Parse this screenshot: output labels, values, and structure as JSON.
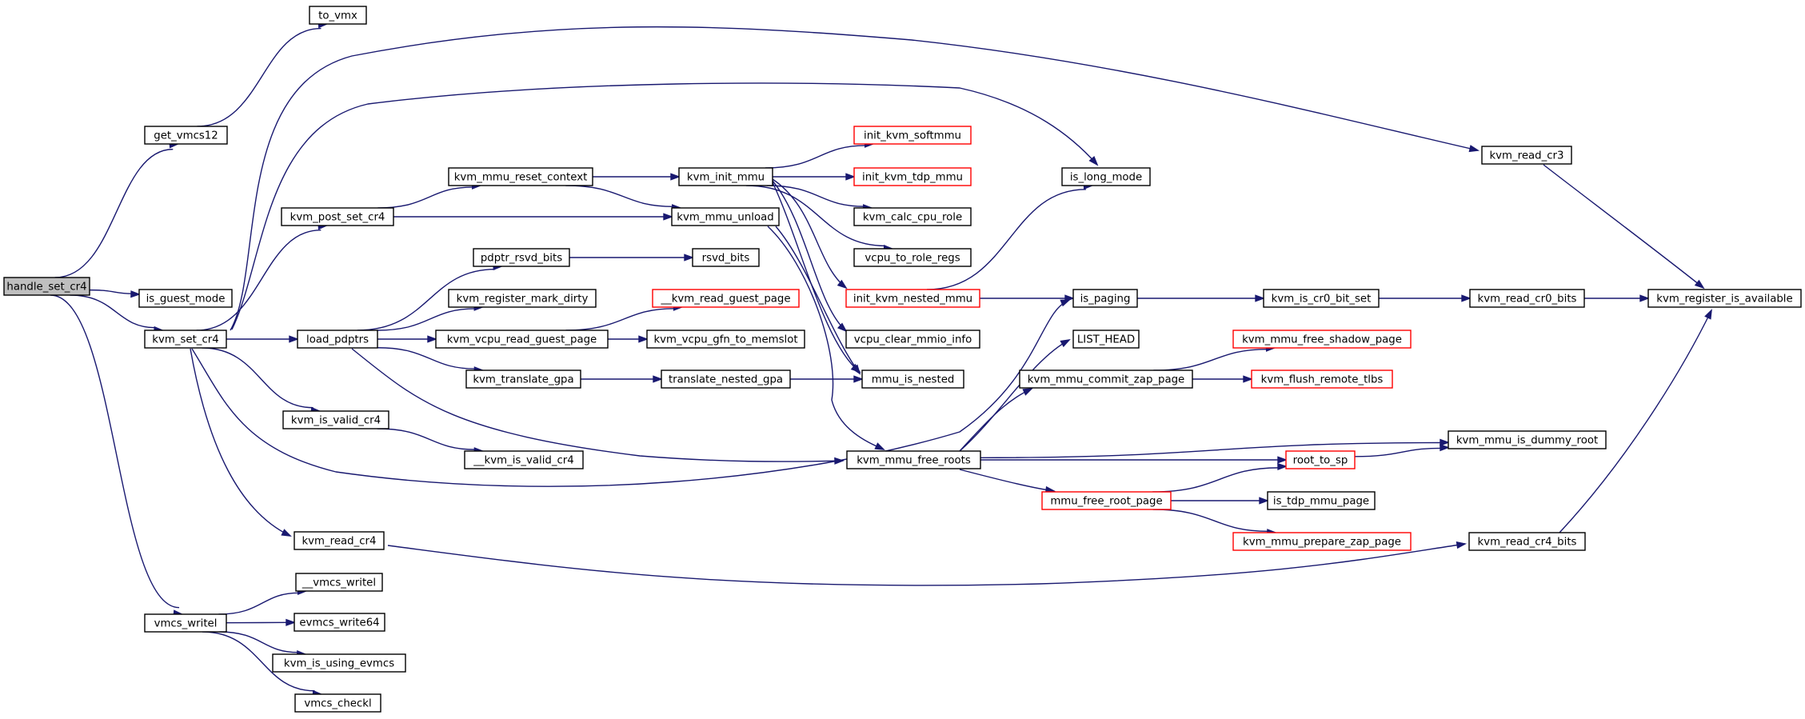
{
  "graph": {
    "nodes": {
      "handle_set_cr4": {
        "label": "handle_set_cr4",
        "kind": "root"
      },
      "to_vmx": {
        "label": "to_vmx",
        "kind": "normal"
      },
      "get_vmcs12": {
        "label": "get_vmcs12",
        "kind": "normal"
      },
      "is_guest_mode": {
        "label": "is_guest_mode",
        "kind": "normal"
      },
      "kvm_set_cr4": {
        "label": "kvm_set_cr4",
        "kind": "normal"
      },
      "vmcs_writel": {
        "label": "vmcs_writel",
        "kind": "normal"
      },
      "kvm_post_set_cr4": {
        "label": "kvm_post_set_cr4",
        "kind": "normal"
      },
      "load_pdptrs": {
        "label": "load_pdptrs",
        "kind": "normal"
      },
      "kvm_is_valid_cr4": {
        "label": "kvm_is_valid_cr4",
        "kind": "normal"
      },
      "kvm_read_cr4": {
        "label": "kvm_read_cr4",
        "kind": "normal"
      },
      "__vmcs_writel": {
        "label": "__vmcs_writel",
        "kind": "normal"
      },
      "evmcs_write64": {
        "label": "evmcs_write64",
        "kind": "normal"
      },
      "kvm_is_using_evmcs": {
        "label": "kvm_is_using_evmcs",
        "kind": "normal"
      },
      "vmcs_checkl": {
        "label": "vmcs_checkl",
        "kind": "normal"
      },
      "kvm_mmu_reset_context": {
        "label": "kvm_mmu_reset_context",
        "kind": "normal"
      },
      "pdptr_rsvd_bits": {
        "label": "pdptr_rsvd_bits",
        "kind": "normal"
      },
      "kvm_register_mark_dirty": {
        "label": "kvm_register_mark_dirty",
        "kind": "normal"
      },
      "kvm_vcpu_read_guest_page": {
        "label": "kvm_vcpu_read_guest_page",
        "kind": "normal"
      },
      "kvm_translate_gpa": {
        "label": "kvm_translate_gpa",
        "kind": "normal"
      },
      "__kvm_is_valid_cr4": {
        "label": "__kvm_is_valid_cr4",
        "kind": "normal"
      },
      "kvm_init_mmu": {
        "label": "kvm_init_mmu",
        "kind": "normal"
      },
      "kvm_mmu_unload": {
        "label": "kvm_mmu_unload",
        "kind": "normal"
      },
      "rsvd_bits": {
        "label": "rsvd_bits",
        "kind": "normal"
      },
      "__kvm_read_guest_page": {
        "label": "__kvm_read_guest_page",
        "kind": "truncated"
      },
      "kvm_vcpu_gfn_to_memslot": {
        "label": "kvm_vcpu_gfn_to_memslot",
        "kind": "normal"
      },
      "translate_nested_gpa": {
        "label": "translate_nested_gpa",
        "kind": "normal"
      },
      "init_kvm_softmmu": {
        "label": "init_kvm_softmmu",
        "kind": "truncated"
      },
      "init_kvm_tdp_mmu": {
        "label": "init_kvm_tdp_mmu",
        "kind": "truncated"
      },
      "kvm_calc_cpu_role": {
        "label": "kvm_calc_cpu_role",
        "kind": "normal"
      },
      "vcpu_to_role_regs": {
        "label": "vcpu_to_role_regs",
        "kind": "normal"
      },
      "init_kvm_nested_mmu": {
        "label": "init_kvm_nested_mmu",
        "kind": "truncated"
      },
      "vcpu_clear_mmio_info": {
        "label": "vcpu_clear_mmio_info",
        "kind": "normal"
      },
      "mmu_is_nested": {
        "label": "mmu_is_nested",
        "kind": "normal"
      },
      "kvm_mmu_free_roots": {
        "label": "kvm_mmu_free_roots",
        "kind": "normal"
      },
      "is_long_mode": {
        "label": "is_long_mode",
        "kind": "normal"
      },
      "is_paging": {
        "label": "is_paging",
        "kind": "normal"
      },
      "LIST_HEAD": {
        "label": "LIST_HEAD",
        "kind": "normal"
      },
      "kvm_mmu_commit_zap_page": {
        "label": "kvm_mmu_commit_zap_page",
        "kind": "normal"
      },
      "mmu_free_root_page": {
        "label": "mmu_free_root_page",
        "kind": "truncated"
      },
      "kvm_mmu_free_shadow_page": {
        "label": "kvm_mmu_free_shadow_page",
        "kind": "truncated"
      },
      "kvm_flush_remote_tlbs": {
        "label": "kvm_flush_remote_tlbs",
        "kind": "truncated"
      },
      "root_to_sp": {
        "label": "root_to_sp",
        "kind": "truncated"
      },
      "is_tdp_mmu_page": {
        "label": "is_tdp_mmu_page",
        "kind": "normal"
      },
      "kvm_mmu_prepare_zap_page": {
        "label": "kvm_mmu_prepare_zap_page",
        "kind": "truncated"
      },
      "kvm_read_cr3": {
        "label": "kvm_read_cr3",
        "kind": "normal"
      },
      "kvm_is_cr0_bit_set": {
        "label": "kvm_is_cr0_bit_set",
        "kind": "normal"
      },
      "kvm_read_cr0_bits": {
        "label": "kvm_read_cr0_bits",
        "kind": "normal"
      },
      "kvm_mmu_is_dummy_root": {
        "label": "kvm_mmu_is_dummy_root",
        "kind": "normal"
      },
      "kvm_read_cr4_bits": {
        "label": "kvm_read_cr4_bits",
        "kind": "normal"
      },
      "kvm_register_is_available": {
        "label": "kvm_register_is_available",
        "kind": "normal"
      }
    },
    "edges": [
      [
        "handle_set_cr4",
        "get_vmcs12"
      ],
      [
        "handle_set_cr4",
        "is_guest_mode"
      ],
      [
        "handle_set_cr4",
        "kvm_set_cr4"
      ],
      [
        "handle_set_cr4",
        "vmcs_writel"
      ],
      [
        "get_vmcs12",
        "to_vmx"
      ],
      [
        "kvm_set_cr4",
        "kvm_read_cr3"
      ],
      [
        "kvm_set_cr4",
        "is_long_mode"
      ],
      [
        "kvm_set_cr4",
        "kvm_post_set_cr4"
      ],
      [
        "kvm_set_cr4",
        "load_pdptrs"
      ],
      [
        "kvm_set_cr4",
        "kvm_is_valid_cr4"
      ],
      [
        "kvm_set_cr4",
        "is_paging"
      ],
      [
        "kvm_set_cr4",
        "kvm_read_cr4"
      ],
      [
        "vmcs_writel",
        "__vmcs_writel"
      ],
      [
        "vmcs_writel",
        "evmcs_write64"
      ],
      [
        "vmcs_writel",
        "kvm_is_using_evmcs"
      ],
      [
        "vmcs_writel",
        "vmcs_checkl"
      ],
      [
        "kvm_post_set_cr4",
        "kvm_mmu_reset_context"
      ],
      [
        "kvm_post_set_cr4",
        "kvm_mmu_unload"
      ],
      [
        "load_pdptrs",
        "pdptr_rsvd_bits"
      ],
      [
        "load_pdptrs",
        "kvm_register_mark_dirty"
      ],
      [
        "load_pdptrs",
        "kvm_vcpu_read_guest_page"
      ],
      [
        "load_pdptrs",
        "kvm_translate_gpa"
      ],
      [
        "load_pdptrs",
        "kvm_mmu_free_roots"
      ],
      [
        "kvm_is_valid_cr4",
        "__kvm_is_valid_cr4"
      ],
      [
        "kvm_read_cr4",
        "kvm_read_cr4_bits"
      ],
      [
        "kvm_mmu_reset_context",
        "kvm_init_mmu"
      ],
      [
        "kvm_mmu_reset_context",
        "kvm_mmu_unload"
      ],
      [
        "pdptr_rsvd_bits",
        "rsvd_bits"
      ],
      [
        "kvm_vcpu_read_guest_page",
        "__kvm_read_guest_page"
      ],
      [
        "kvm_vcpu_read_guest_page",
        "kvm_vcpu_gfn_to_memslot"
      ],
      [
        "kvm_translate_gpa",
        "translate_nested_gpa"
      ],
      [
        "translate_nested_gpa",
        "mmu_is_nested"
      ],
      [
        "kvm_init_mmu",
        "init_kvm_softmmu"
      ],
      [
        "kvm_init_mmu",
        "init_kvm_tdp_mmu"
      ],
      [
        "kvm_init_mmu",
        "kvm_calc_cpu_role"
      ],
      [
        "kvm_init_mmu",
        "vcpu_to_role_regs"
      ],
      [
        "kvm_init_mmu",
        "init_kvm_nested_mmu"
      ],
      [
        "kvm_init_mmu",
        "vcpu_clear_mmio_info"
      ],
      [
        "kvm_init_mmu",
        "mmu_is_nested"
      ],
      [
        "kvm_mmu_unload",
        "kvm_mmu_free_roots"
      ],
      [
        "kvm_mmu_unload",
        "mmu_is_nested"
      ],
      [
        "init_kvm_nested_mmu",
        "is_long_mode"
      ],
      [
        "init_kvm_nested_mmu",
        "is_paging"
      ],
      [
        "kvm_mmu_free_roots",
        "LIST_HEAD"
      ],
      [
        "kvm_mmu_free_roots",
        "kvm_mmu_commit_zap_page"
      ],
      [
        "kvm_mmu_free_roots",
        "kvm_mmu_is_dummy_root"
      ],
      [
        "kvm_mmu_free_roots",
        "root_to_sp"
      ],
      [
        "kvm_mmu_free_roots",
        "mmu_free_root_page"
      ],
      [
        "kvm_mmu_commit_zap_page",
        "kvm_mmu_free_shadow_page"
      ],
      [
        "kvm_mmu_commit_zap_page",
        "kvm_flush_remote_tlbs"
      ],
      [
        "mmu_free_root_page",
        "root_to_sp"
      ],
      [
        "mmu_free_root_page",
        "is_tdp_mmu_page"
      ],
      [
        "mmu_free_root_page",
        "kvm_mmu_prepare_zap_page"
      ],
      [
        "root_to_sp",
        "kvm_mmu_is_dummy_root"
      ],
      [
        "is_paging",
        "kvm_is_cr0_bit_set"
      ],
      [
        "kvm_is_cr0_bit_set",
        "kvm_read_cr0_bits"
      ],
      [
        "kvm_read_cr0_bits",
        "kvm_register_is_available"
      ],
      [
        "kvm_read_cr3",
        "kvm_register_is_available"
      ],
      [
        "kvm_read_cr4_bits",
        "kvm_register_is_available"
      ]
    ]
  }
}
